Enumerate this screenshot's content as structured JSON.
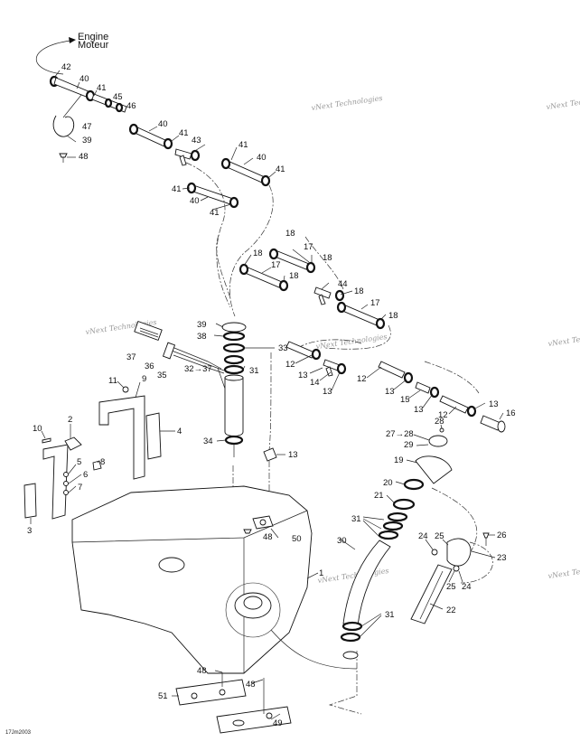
{
  "engine": {
    "line1": "Engine",
    "line2": "Moteur"
  },
  "watermark": {
    "text": "vNext Technologies"
  },
  "diagram_code": "17Jm2003",
  "callouts": [
    {
      "id": "c42",
      "text": "42"
    },
    {
      "id": "c40a",
      "text": "40"
    },
    {
      "id": "c41a",
      "text": "41"
    },
    {
      "id": "c45",
      "text": "45"
    },
    {
      "id": "c46",
      "text": "46"
    },
    {
      "id": "c47",
      "text": "47"
    },
    {
      "id": "c39a",
      "text": "39"
    },
    {
      "id": "c48a",
      "text": "48"
    },
    {
      "id": "c40b",
      "text": "40"
    },
    {
      "id": "c41b",
      "text": "41"
    },
    {
      "id": "c43",
      "text": "43"
    },
    {
      "id": "c41c",
      "text": "41"
    },
    {
      "id": "c40c",
      "text": "40"
    },
    {
      "id": "c41d",
      "text": "41"
    },
    {
      "id": "c41e",
      "text": "41"
    },
    {
      "id": "c40d",
      "text": "40"
    },
    {
      "id": "c41f",
      "text": "41"
    },
    {
      "id": "c18a",
      "text": "18"
    },
    {
      "id": "c17a",
      "text": "17"
    },
    {
      "id": "c18b",
      "text": "18"
    },
    {
      "id": "c18c",
      "text": "18"
    },
    {
      "id": "c17b",
      "text": "17"
    },
    {
      "id": "c18d",
      "text": "18"
    },
    {
      "id": "c44",
      "text": "44"
    },
    {
      "id": "c18e",
      "text": "18"
    },
    {
      "id": "c17c",
      "text": "17"
    },
    {
      "id": "c18f",
      "text": "18"
    },
    {
      "id": "c39b",
      "text": "39"
    },
    {
      "id": "c38",
      "text": "38"
    },
    {
      "id": "c33",
      "text": "33"
    },
    {
      "id": "c31a",
      "text": "31"
    },
    {
      "id": "c37",
      "text": "37"
    },
    {
      "id": "c36",
      "text": "36"
    },
    {
      "id": "c35",
      "text": "35"
    },
    {
      "id": "c3237",
      "text": "32→37"
    },
    {
      "id": "c12a",
      "text": "12"
    },
    {
      "id": "c13a",
      "text": "13"
    },
    {
      "id": "c14",
      "text": "14"
    },
    {
      "id": "c13b",
      "text": "13"
    },
    {
      "id": "c12b",
      "text": "12"
    },
    {
      "id": "c13c",
      "text": "13"
    },
    {
      "id": "c15",
      "text": "15"
    },
    {
      "id": "c13d",
      "text": "13"
    },
    {
      "id": "c12c",
      "text": "12"
    },
    {
      "id": "c13e",
      "text": "13"
    },
    {
      "id": "c16",
      "text": "16"
    },
    {
      "id": "c11",
      "text": "11"
    },
    {
      "id": "c9",
      "text": "9"
    },
    {
      "id": "c10",
      "text": "10"
    },
    {
      "id": "c2",
      "text": "2"
    },
    {
      "id": "c4",
      "text": "4"
    },
    {
      "id": "c5",
      "text": "5"
    },
    {
      "id": "c8",
      "text": "8"
    },
    {
      "id": "c6",
      "text": "6"
    },
    {
      "id": "c7",
      "text": "7"
    },
    {
      "id": "c3",
      "text": "3"
    },
    {
      "id": "c34",
      "text": "34"
    },
    {
      "id": "c13f",
      "text": "13"
    },
    {
      "id": "c28",
      "text": "28"
    },
    {
      "id": "c2728",
      "text": "27→28"
    },
    {
      "id": "c29",
      "text": "29"
    },
    {
      "id": "c19",
      "text": "19"
    },
    {
      "id": "c20",
      "text": "20"
    },
    {
      "id": "c21",
      "text": "21"
    },
    {
      "id": "c31b",
      "text": "31"
    },
    {
      "id": "c48b",
      "text": "48"
    },
    {
      "id": "c50",
      "text": "50"
    },
    {
      "id": "c30",
      "text": "30"
    },
    {
      "id": "c24a",
      "text": "24"
    },
    {
      "id": "c25a",
      "text": "25"
    },
    {
      "id": "c26",
      "text": "26"
    },
    {
      "id": "c23",
      "text": "23"
    },
    {
      "id": "c1",
      "text": "1"
    },
    {
      "id": "c25b",
      "text": "25"
    },
    {
      "id": "c24b",
      "text": "24"
    },
    {
      "id": "c22",
      "text": "22"
    },
    {
      "id": "c31c",
      "text": "31"
    },
    {
      "id": "c48c",
      "text": "48"
    },
    {
      "id": "c48d",
      "text": "48"
    },
    {
      "id": "c51",
      "text": "51"
    },
    {
      "id": "c49",
      "text": "49"
    }
  ]
}
